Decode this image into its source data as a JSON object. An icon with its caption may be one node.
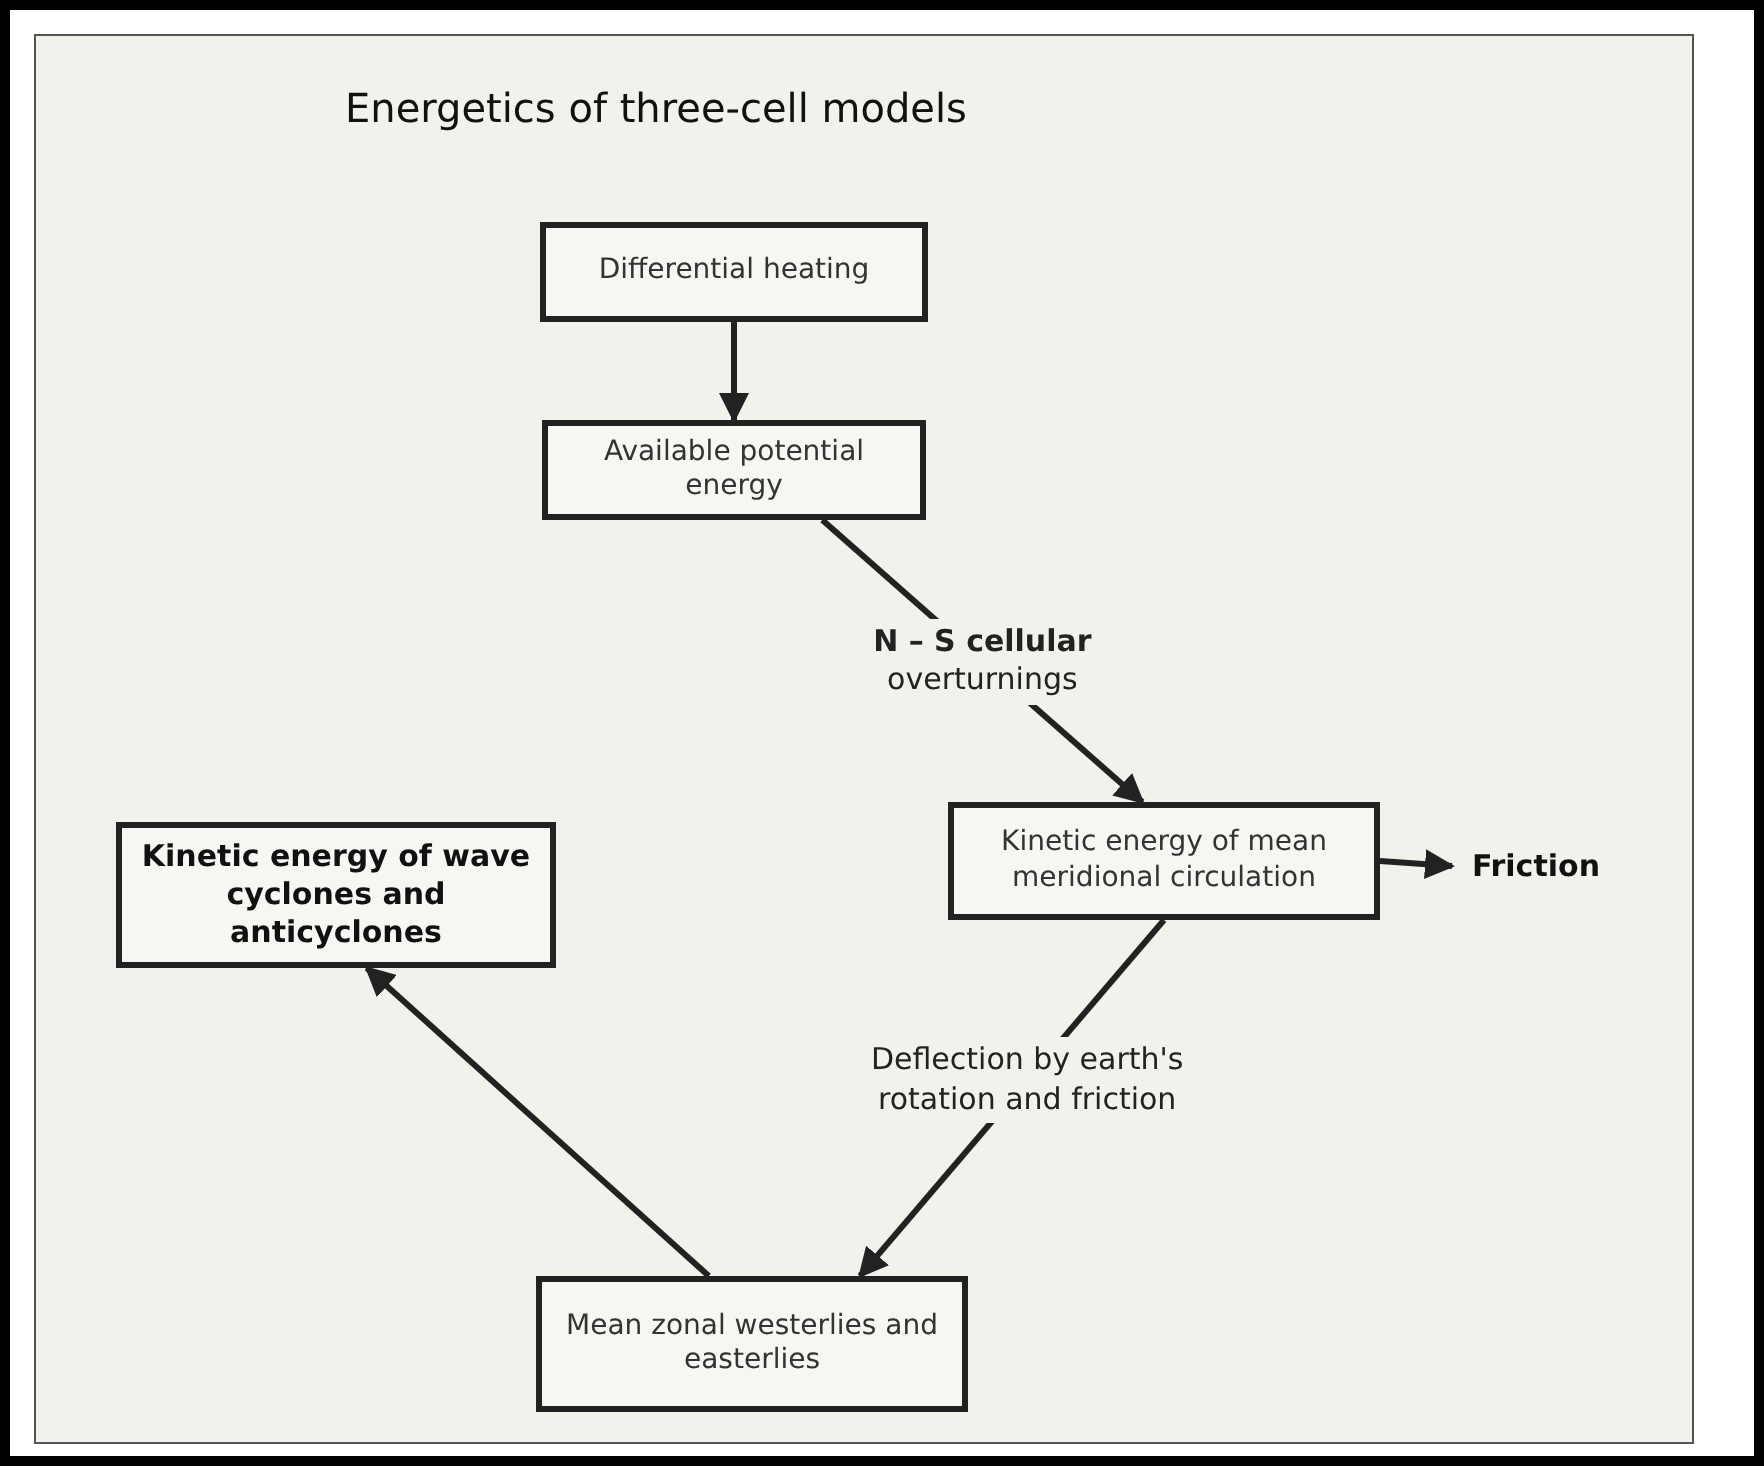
{
  "diagram": {
    "title": "Energetics of three-cell models",
    "nodes": [
      {
        "text": [
          "Differential heating"
        ]
      },
      {
        "text": [
          "Available potential energy"
        ]
      },
      {
        "text": [
          "Kinetic energy of wave cyclones and anticyclones"
        ]
      },
      {
        "text": [
          "Kinetic energy of mean meridional circulation"
        ]
      },
      {
        "text": [
          "Friction"
        ]
      },
      {
        "text": [
          "Mean zonal westerlies and easterlies"
        ]
      }
    ],
    "edges": [
      {
        "from": 0,
        "to": 1,
        "arrow": "to"
      },
      {
        "from": 1,
        "to": 3,
        "arrow": "to",
        "label": "**N – S cellular** overturnings"
      },
      {
        "from": 3,
        "to": 4,
        "arrow": "to"
      },
      {
        "from": 3,
        "to": 5,
        "arrow": "to",
        "label": "Deflection by earth's rotation and friction"
      },
      {
        "from": 5,
        "to": 2,
        "arrow": "to"
      }
    ]
  }
}
